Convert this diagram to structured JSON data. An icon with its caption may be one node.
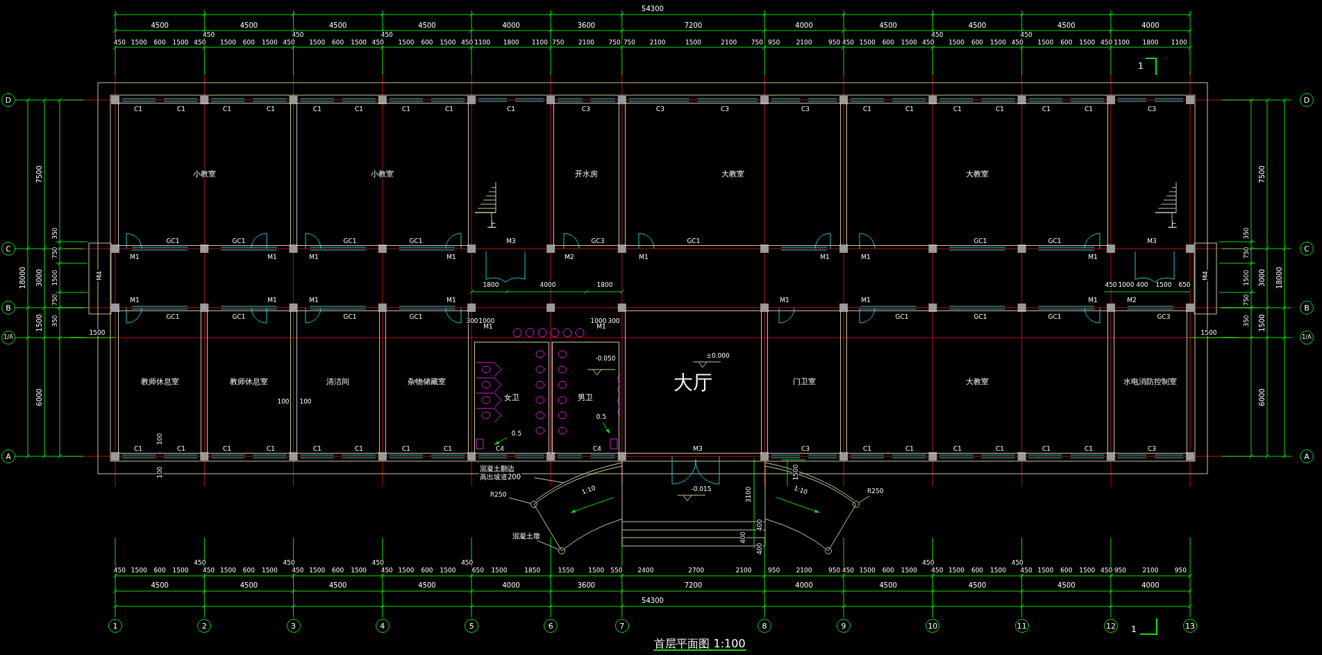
{
  "diagram": {
    "title": "首层平面图 1:100",
    "nodes": [
      {
        "text": [
          "小教室"
        ]
      },
      {
        "text": [
          "小教室"
        ]
      },
      {
        "text": [
          "开水房"
        ]
      },
      {
        "text": [
          "大教室"
        ]
      },
      {
        "text": [
          "大教室"
        ]
      },
      {
        "text": [
          "教师休息室"
        ]
      },
      {
        "text": [
          "教师休息室"
        ]
      },
      {
        "text": [
          "清洁间"
        ]
      },
      {
        "text": [
          "杂物储藏室"
        ]
      },
      {
        "text": [
          "女卫"
        ]
      },
      {
        "text": [
          "男卫"
        ]
      },
      {
        "text": [
          "大厅"
        ]
      },
      {
        "text": [
          "门卫室"
        ]
      },
      {
        "text": [
          "大教室"
        ]
      },
      {
        "text": [
          "水电消防控制室"
        ]
      },
      {
        "text": [
          "混凝土翻边",
          "高出坡道200"
        ]
      },
      {
        "text": [
          "R250"
        ]
      },
      {
        "text": [
          "混凝土墩"
        ]
      },
      {
        "text": [
          "R250"
        ]
      },
      {
        "text": [],
        "shape": "circle"
      },
      {
        "text": [],
        "shape": "circle"
      },
      {
        "text": [],
        "shape": "circle"
      },
      {
        "text": [],
        "shape": "circle"
      }
    ],
    "edges": [
      {
        "from": 15,
        "to": null,
        "arrow": "none"
      },
      {
        "from": 16,
        "to": 19,
        "arrow": "none"
      },
      {
        "from": 17,
        "to": 20,
        "arrow": "none"
      },
      {
        "from": 18,
        "to": 21,
        "arrow": "none"
      }
    ],
    "labels": [
      "54300",
      "4500",
      "4500",
      "4500",
      "4500",
      "4000",
      "3600",
      "7200",
      "4000",
      "4500",
      "4500",
      "4500",
      "4000",
      "450",
      "1500",
      "600",
      "1500",
      "450",
      "450",
      "1500",
      "600",
      "1500",
      "450",
      "450",
      "1500",
      "600",
      "1500",
      "450",
      "450",
      "1500",
      "600",
      "1500",
      "450",
      "1100",
      "1800",
      "1100",
      "750",
      "2100",
      "750",
      "750",
      "2100",
      "1500",
      "2100",
      "750",
      "950",
      "2100",
      "950",
      "450",
      "1500",
      "600",
      "1500",
      "450",
      "450",
      "1500",
      "600",
      "1500",
      "450",
      "450",
      "1500",
      "600",
      "1500",
      "450",
      "1100",
      "1800",
      "1100",
      "1",
      "18000",
      "7500",
      "3000",
      "1500",
      "6000",
      "350",
      "750",
      "1500",
      "750",
      "350",
      "1500",
      "18000",
      "7500",
      "3000",
      "1500",
      "6000",
      "350",
      "750",
      "1500",
      "750",
      "350",
      "1500",
      "D",
      "C",
      "B",
      "1/A",
      "A",
      "D",
      "C",
      "B",
      "1/A",
      "A",
      "C1",
      "C1",
      "C1",
      "C1",
      "C1",
      "C1",
      "C1",
      "C1",
      "C1",
      "C3",
      "C3",
      "C3",
      "C3",
      "C1",
      "C1",
      "C1",
      "C1",
      "C1",
      "C1",
      "C3",
      "上",
      "上",
      "GC1",
      "GC1",
      "GC1",
      "GC1",
      "M3",
      "GC3",
      "GC1",
      "GC1",
      "GC1",
      "M3",
      "M1",
      "M1",
      "M1",
      "M1",
      "M2",
      "M1",
      "M1",
      "M1",
      "M1",
      "M4",
      "M4",
      "1800",
      "4000",
      "1800",
      "450",
      "1000",
      "400",
      "1500",
      "650",
      "M1",
      "M1",
      "M1",
      "M1",
      "M1",
      "M1",
      "M1",
      "M2",
      "GC1",
      "GC1",
      "GC1",
      "GC1",
      "GC1",
      "GC1",
      "GC1",
      "GC3",
      "300",
      "1000",
      "1000",
      "300",
      "M1",
      "M1",
      "-0.050",
      "0.5",
      "0.5",
      "±0.000",
      "100",
      "100",
      "C1",
      "C1",
      "C1",
      "C1",
      "C1",
      "C1",
      "C1",
      "C1",
      "C4",
      "C4",
      "M3",
      "C3",
      "C1",
      "C1",
      "C1",
      "C1",
      "C1",
      "C1",
      "C3",
      "100",
      "100",
      "-0.015",
      "1:10",
      "1:10",
      "3100",
      "1500",
      "400",
      "400",
      "400",
      "450",
      "1500",
      "600",
      "1500",
      "450",
      "450",
      "1500",
      "600",
      "1500",
      "450",
      "450",
      "1500",
      "600",
      "1500",
      "450",
      "450",
      "1500",
      "600",
      "1500",
      "450",
      "650",
      "1500",
      "1850",
      "1550",
      "1500",
      "550",
      "2400",
      "2700",
      "2100",
      "950",
      "2100",
      "950",
      "450",
      "1500",
      "600",
      "1500",
      "450",
      "450",
      "1500",
      "600",
      "1500",
      "450",
      "450",
      "1500",
      "600",
      "1500",
      "450",
      "950",
      "2100",
      "950",
      "4500",
      "4500",
      "4500",
      "4500",
      "4000",
      "3600",
      "7200",
      "4000",
      "4500",
      "4500",
      "4500",
      "4000",
      "54300",
      "1",
      "2",
      "3",
      "4",
      "5",
      "6",
      "7",
      "8",
      "9",
      "10",
      "11",
      "12",
      "13",
      "1"
    ]
  }
}
